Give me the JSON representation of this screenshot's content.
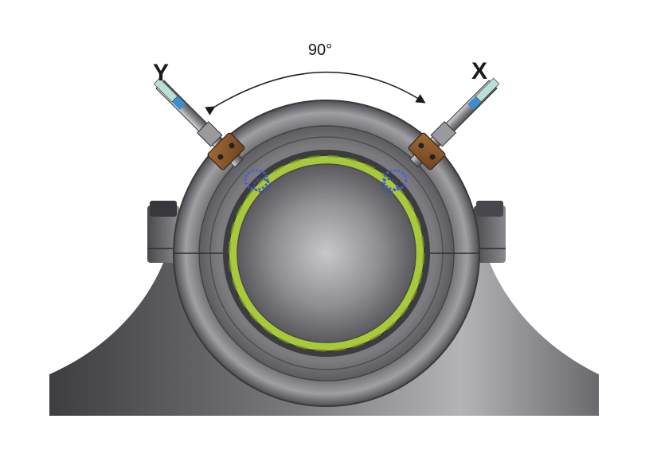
{
  "diagram": {
    "angle_label": "90°",
    "probe_left_label": "Y",
    "probe_right_label": "X",
    "colors": {
      "housing": "#6e6e72",
      "journal": "#8a8a8e",
      "oil_film": "#a8c93a",
      "bracket": "#8b5a2b",
      "probe_coil": "#4a5fd0",
      "probe_tip": "#b8e0d8",
      "cable_band": "#3a8fd0"
    },
    "icons": [
      "bearing-housing",
      "shaft-journal",
      "proximity-probe",
      "mounting-bracket",
      "angle-arrow"
    ]
  }
}
